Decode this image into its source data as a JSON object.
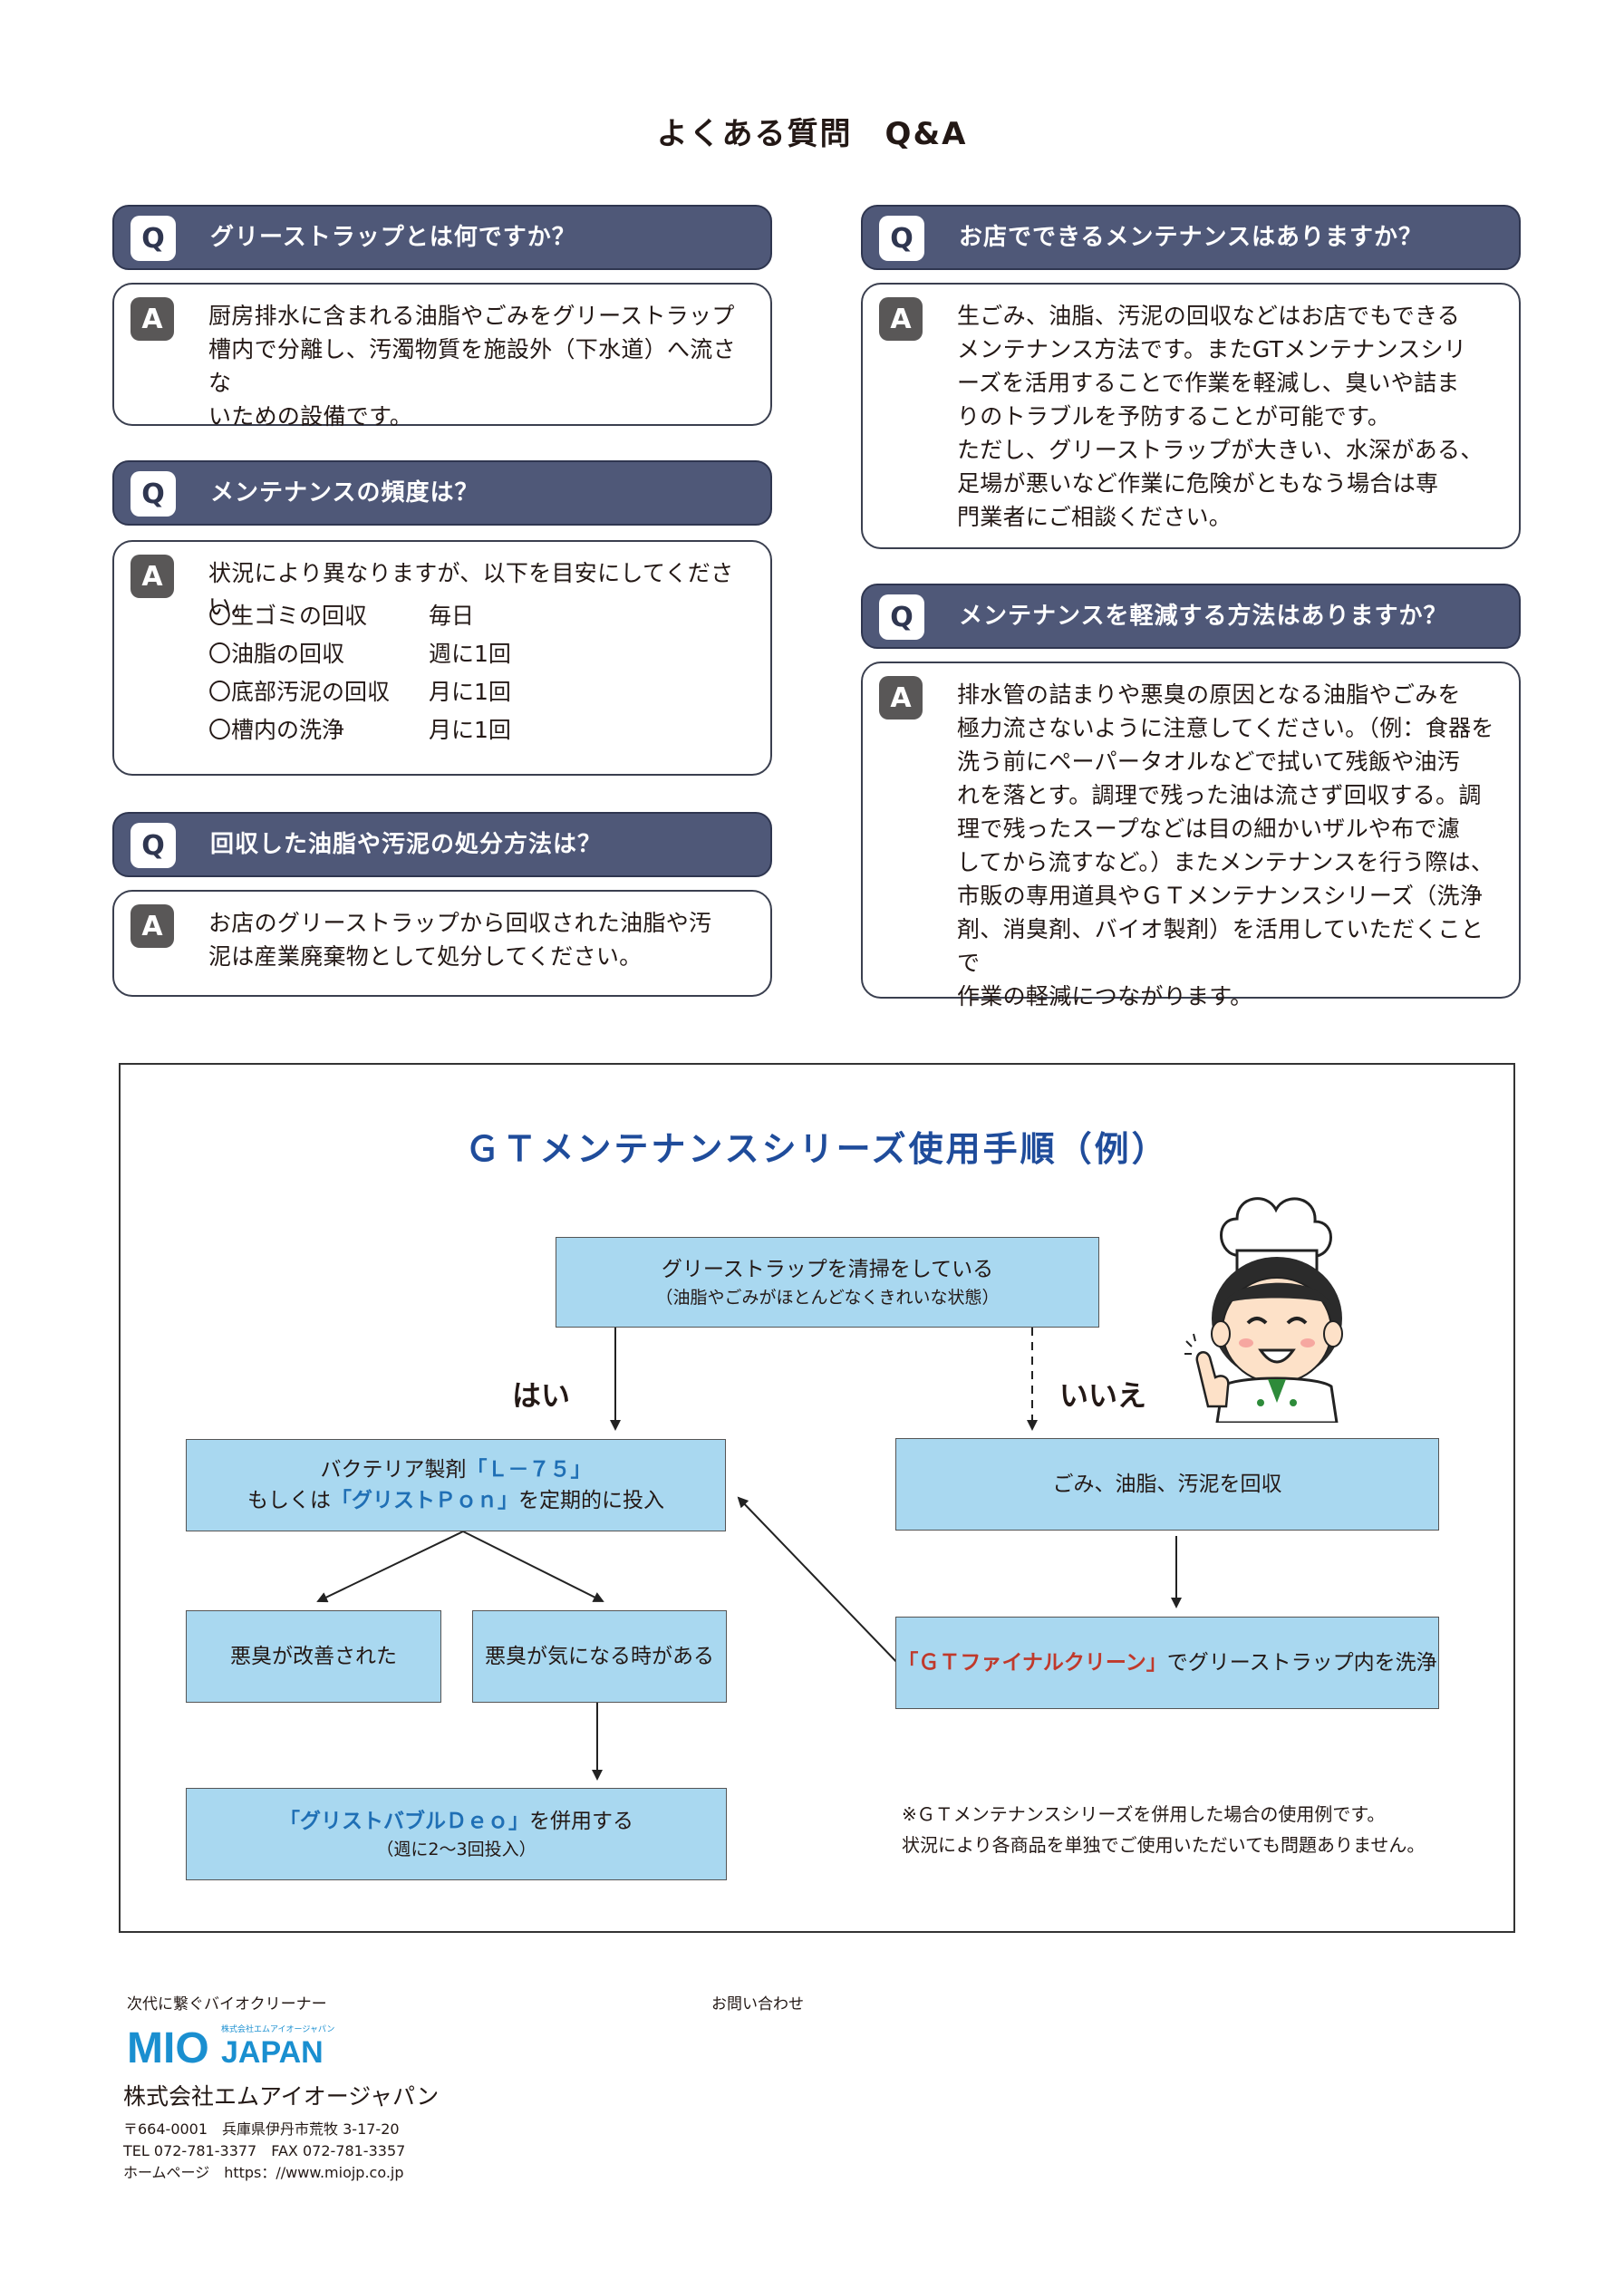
{
  "page_title": "よくある質問　Q&A",
  "q_marker": "Q",
  "a_marker": "A",
  "faq": [
    {
      "q": "グリーストラップとは何ですか？",
      "a": "厨房排水に含まれる油脂やごみをグリーストラップ\n槽内で分離し、汚濁物質を施設外（下水道）へ流さな\nいための設備です。"
    },
    {
      "q": "メンテナンスの頻度は？",
      "a": "状況により異なりますが、以下を目安にしてください。"
    },
    {
      "q": "回収した油脂や汚泥の処分方法は？",
      "a": "お店のグリーストラップから回収された油脂や汚\n泥は産業廃棄物として処分してください。"
    },
    {
      "q": "お店でできるメンテナンスはありますか？",
      "a": "生ごみ、油脂、汚泥の回収などはお店でもできる\nメンテナンス方法です。またGTメンテナンスシリ\nーズを活用することで作業を軽減し、臭いや詰ま\nりのトラブルを予防することが可能です。\nただし、グリーストラップが大きい、水深がある、\n足場が悪いなど作業に危険がともなう場合は専\n門業者にご相談ください。"
    },
    {
      "q": "メンテナンスを軽減する方法はありますか？",
      "a": "排水管の詰まりや悪臭の原因となる油脂やごみを\n極力流さないように注意してください。（例：食器を\n洗う前にペーパータオルなどで拭いて残飯や油汚\nれを落とす。調理で残った油は流さず回収する。調\n理で残ったスープなどは目の細かいザルや布で濾\nしてから流すなど。）またメンテナンスを行う際は、\n市販の専用道具やＧＴメンテナンスシリーズ（洗浄\n剤、消臭剤、バイオ製剤）を活用していただくことで\n作業の軽減につながります。"
    }
  ],
  "frequency": [
    {
      "item": "〇生ゴミの回収",
      "value": "毎日"
    },
    {
      "item": "〇油脂の回収",
      "value": "週に1回"
    },
    {
      "item": "〇底部汚泥の回収",
      "value": "月に1回"
    },
    {
      "item": "〇槽内の洗浄",
      "value": "月に1回"
    }
  ],
  "flow": {
    "title": "ＧＴメンテナンスシリーズ使用手順（例）",
    "start_line1": "グリーストラップを清掃をしている",
    "start_line2": "（油脂やごみがほとんどなくきれいな状態）",
    "yes": "はい",
    "no": "いいえ",
    "yes_box": {
      "pre1": "バクテリア製剤",
      "hl1": "「Ｌ－７５」",
      "pre2": "もしくは",
      "hl2": "「グリストＰｏｎ」",
      "post2": "を定期的に投入"
    },
    "no_box": "ごみ、油脂、汚泥を回収",
    "improved": "悪臭が改善された",
    "concern": "悪臭が気になる時がある",
    "clean_box": {
      "hl": "「ＧＴファイナルクリーン」",
      "post": "でグリーストラップ内を洗浄"
    },
    "bubble_box": {
      "hl": "「グリストバブルＤｅｏ」",
      "post": "を併用する",
      "sub": "（週に2〜3回投入）"
    },
    "note_line1": "※ＧＴメンテナンスシリーズを併用した場合の使用例です。",
    "note_line2": "状況により各商品を単独でご使用いただいても問題ありません。"
  },
  "footer": {
    "tagline": "次代に繋ぐバイオクリーナー",
    "contact": "お問い合わせ",
    "logo_text": "MIO JAPAN",
    "logo_sub": "株式会社エムアイオージャパン",
    "company": "株式会社エムアイオージャパン",
    "address": "〒664-0001　兵庫県伊丹市荒牧 3-17-20",
    "tel": "TEL 072-781-3377　FAX 072-781-3357",
    "web": "ホームページ　https：//www.miojp.co.jp"
  },
  "colors": {
    "q_bar": "#4f5878",
    "flow_box": "#a9d8f0",
    "title_blue": "#1f4c9b",
    "logo_blue": "#1a8fd0",
    "highlight_red": "#c0392b",
    "highlight_blue": "#1f6fb5"
  }
}
